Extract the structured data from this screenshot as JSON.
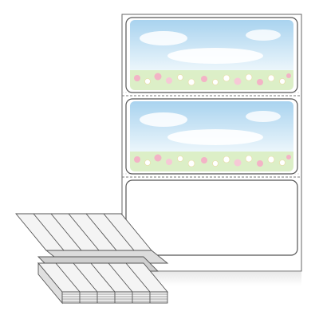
{
  "product": {
    "kind": "fanfold-label-sheet",
    "labels_per_sheet": 3,
    "printed_labels": 2,
    "blank_labels": 1
  },
  "stack": {
    "columns": 6
  },
  "colors": {
    "outline": "#555555",
    "perforation": "#777777",
    "sky_top": "#a9d3ef",
    "sky_bottom": "#ffffff",
    "meadow": "#c8e3a6",
    "flower_pink": "#f3b3c6",
    "flower_white": "#ffffff",
    "stack_face": "#f4f4f4",
    "stack_shade": "#cfcfcf"
  },
  "icons": {
    "printed_label": "sky-meadow-illustration",
    "stack": "fanfold-stack-icon"
  }
}
